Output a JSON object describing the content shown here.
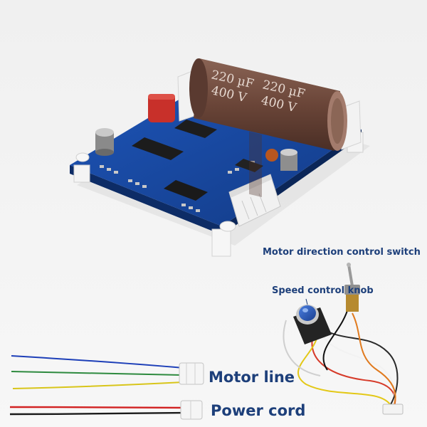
{
  "labels": {
    "direction_switch": "Motor direction control switch",
    "speed_knob": "Speed control knob",
    "motor_line": "Motor line",
    "power_cord": "Power cord"
  },
  "capacitor": {
    "marking_1": "220 µF",
    "marking_2": "400 V"
  },
  "colors": {
    "label_text": "#1d3f7a",
    "pcb": "#17459e",
    "capacitor_sleeve": "#6d4a3c",
    "knob": "#2457b8"
  }
}
